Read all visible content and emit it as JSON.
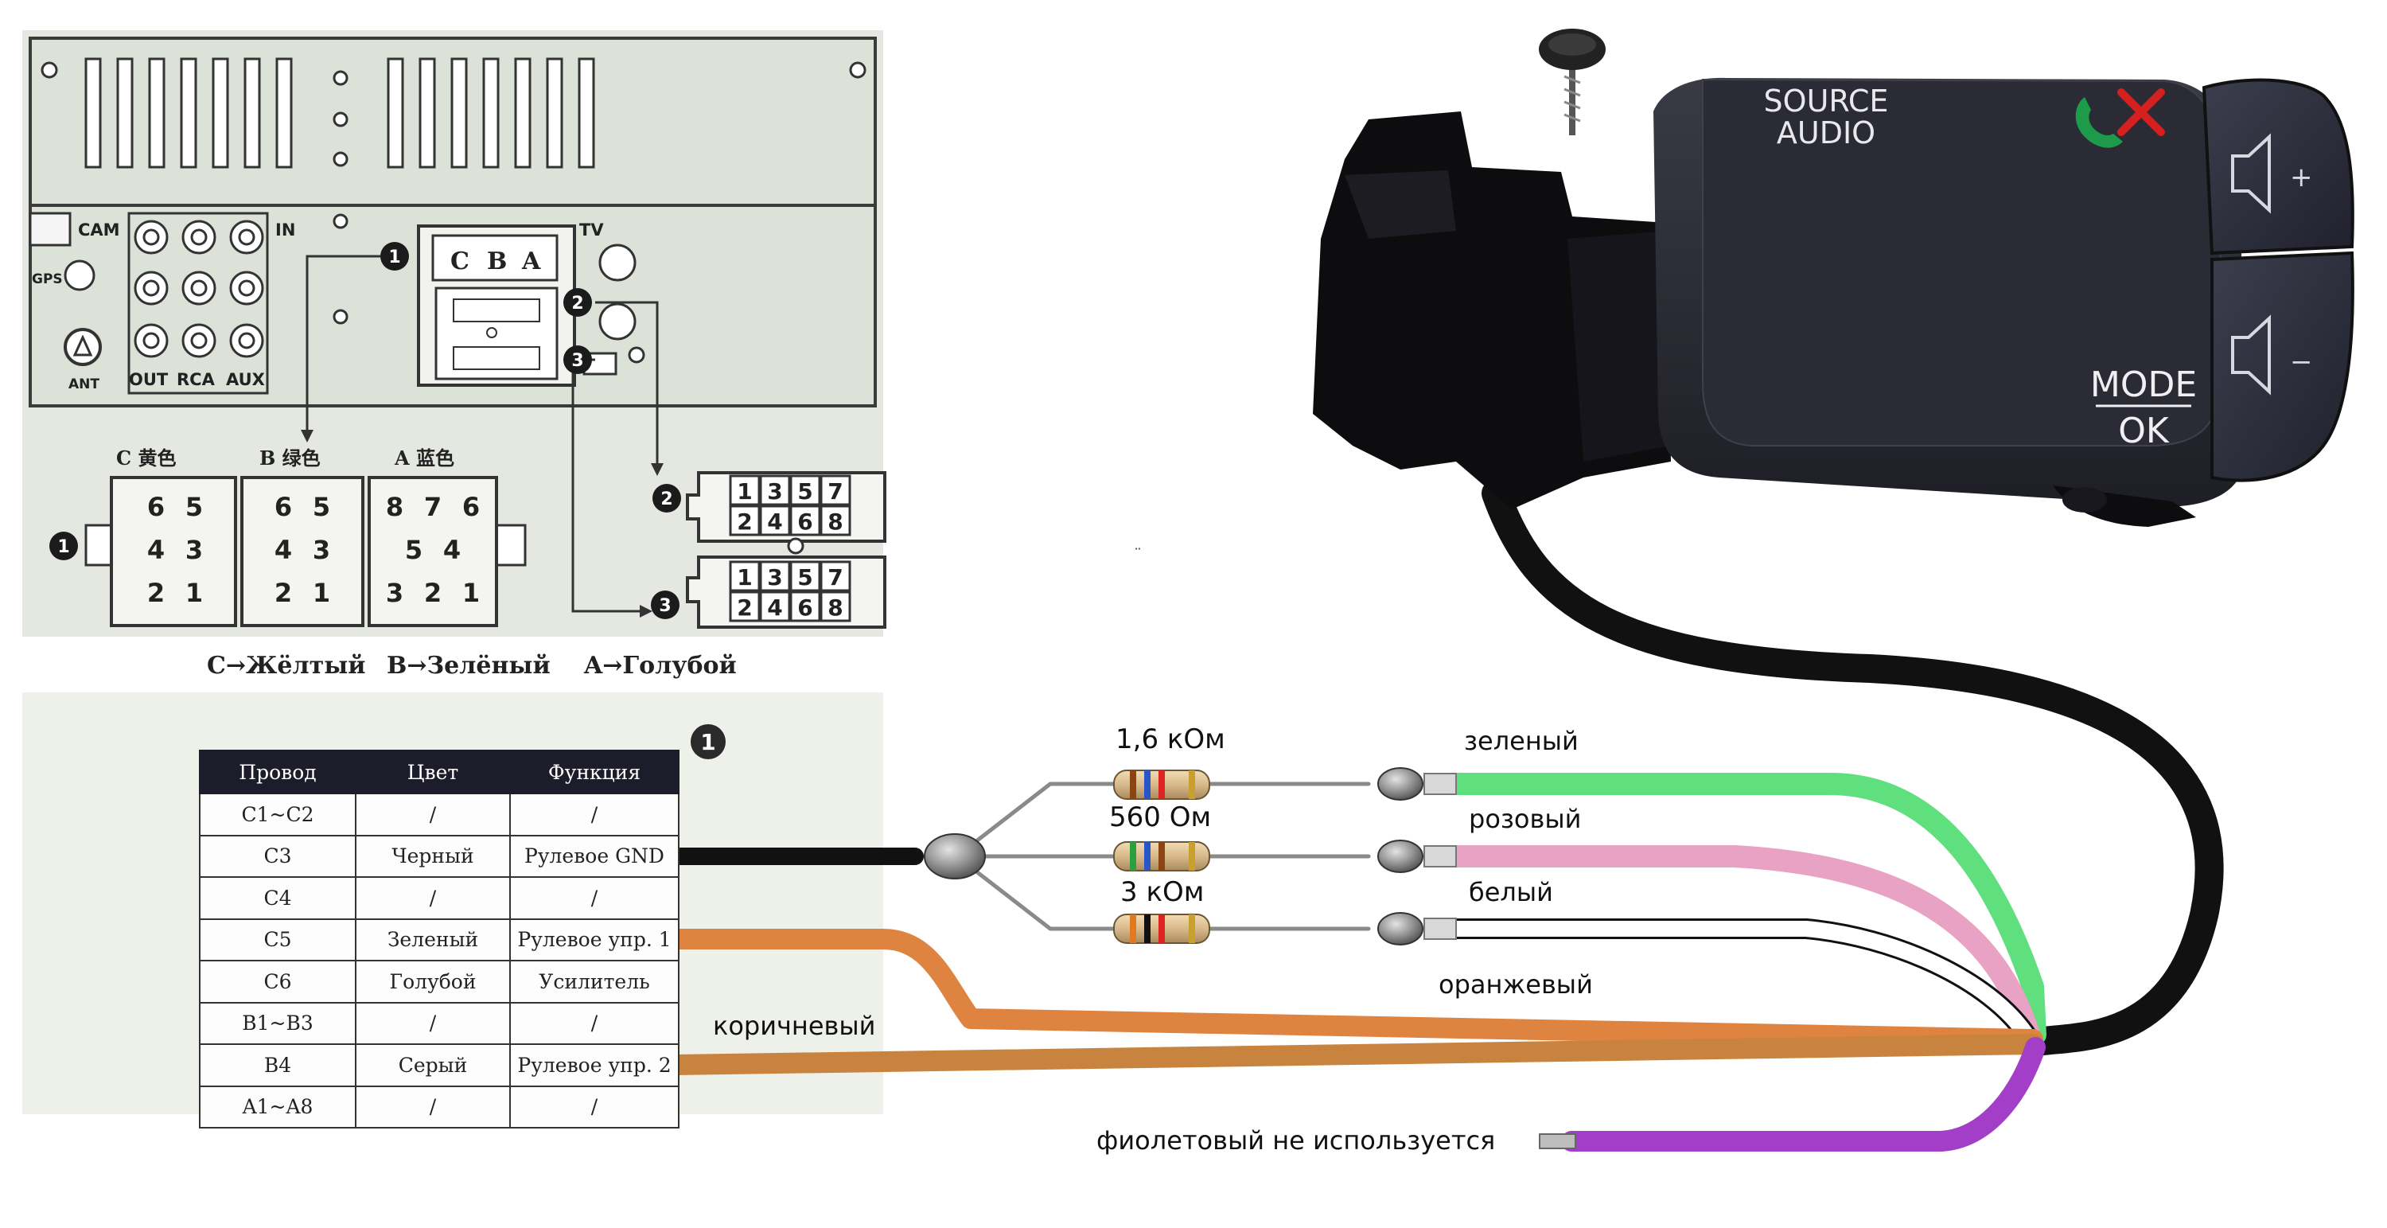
{
  "head_unit": {
    "labels": {
      "cam": "CAM",
      "gps": "GPS",
      "ant": "ANT",
      "in": "IN",
      "tv": "TV",
      "out": "OUT",
      "rca": "RCA",
      "aux": "AUX",
      "c": "C",
      "b": "B",
      "a": "A"
    },
    "block_labels": {
      "c": "C 黄色",
      "b": "B 绿色",
      "a": "A 蓝色"
    },
    "block_pins": {
      "c": [
        "6",
        "5",
        "4",
        "3",
        "2",
        "1"
      ],
      "b": [
        "6",
        "5",
        "4",
        "3",
        "2",
        "1"
      ],
      "a": [
        "8",
        "7",
        "6",
        "5",
        "4",
        "3",
        "2",
        "1"
      ]
    },
    "iso_pins": {
      "top": [
        "1",
        "3",
        "5",
        "7"
      ],
      "bottom": [
        "2",
        "4",
        "6",
        "8"
      ]
    },
    "markers": [
      "1",
      "2",
      "3"
    ],
    "legend": {
      "c": "C→Жёлтый",
      "b": "B→Зелёный",
      "a": "A→Голубой"
    },
    "table_marker": "1"
  },
  "table": {
    "headers": [
      "Провод",
      "Цвет",
      "Функция"
    ],
    "rows": [
      [
        "C1~C2",
        "/",
        "/"
      ],
      [
        "C3",
        "Черный",
        "Рулевое GND"
      ],
      [
        "C4",
        "/",
        "/"
      ],
      [
        "C5",
        "Зеленый",
        "Рулевое упр. 1"
      ],
      [
        "C6",
        "Голубой",
        "Усилитель"
      ],
      [
        "B1~B3",
        "/",
        "/"
      ],
      [
        "B4",
        "Серый",
        "Рулевое упр. 2"
      ],
      [
        "A1~A8",
        "/",
        "/"
      ]
    ]
  },
  "resistors": [
    "1,6 кОм",
    "560 Ом",
    "3 кОм"
  ],
  "wires": {
    "green": "зеленый",
    "pink": "розовый",
    "white": "белый",
    "orange": "оранжевый",
    "brown": "коричневый",
    "violet": "фиолетовый не используется"
  },
  "remote": {
    "source": "SOURCE",
    "audio": "AUDIO",
    "mode": "MODE",
    "ok": "OK",
    "vol_up": "+",
    "vol_down": "−"
  },
  "colors": {
    "green": "#5fdf7e",
    "pink": "#e8a2c3",
    "orange": "#de8340",
    "brown": "#c8843e",
    "violet": "#a23ec7",
    "black": "#111111",
    "remote_body": "#2a2a33",
    "call_accept": "#1d9a4a",
    "call_reject": "#d62020"
  }
}
